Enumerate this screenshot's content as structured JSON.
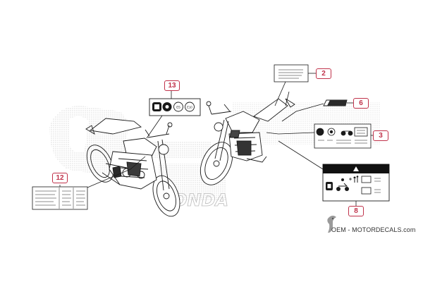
{
  "callouts": [
    {
      "label": "13"
    },
    {
      "label": "2"
    },
    {
      "label": "6"
    },
    {
      "label": "3"
    },
    {
      "label": "12"
    },
    {
      "label": "8"
    }
  ],
  "fuel_labels": {
    "e5": "E5",
    "e10": "E10"
  },
  "watermark": {
    "text": "OEM - MOTORDECALS.com"
  },
  "brand_ghost": "HONDA",
  "colors": {
    "callout": "#c0324a",
    "line": "#1a1a1a",
    "ghost": "#bdbdbd",
    "warning_bar": "#111111"
  }
}
